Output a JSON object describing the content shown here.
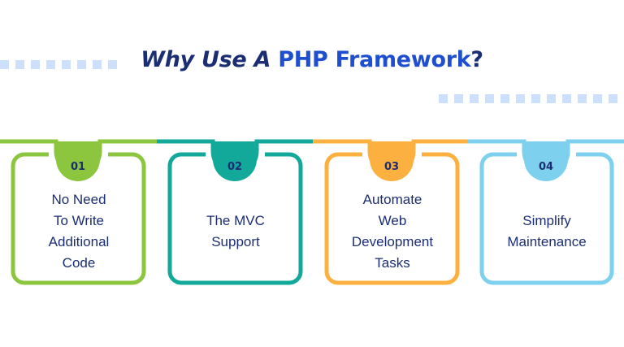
{
  "title": {
    "part1": "Why Use A ",
    "part2": "PHP Framework",
    "part3": "?"
  },
  "colors": {
    "title_dark": "#1b2e73",
    "title_accent": "#1f4fd1",
    "dots": "#cce0fb",
    "card1": "#8cc63f",
    "card2": "#12a89a",
    "card3": "#fbb040",
    "card4": "#7dd0ee"
  },
  "cards": [
    {
      "number": "01",
      "lines": [
        "No Need",
        "To Write",
        "Additional",
        "Code"
      ],
      "color": "#8cc63f"
    },
    {
      "number": "02",
      "lines": [
        "The MVC",
        "Support"
      ],
      "color": "#12a89a"
    },
    {
      "number": "03",
      "lines": [
        "Automate",
        "Web",
        "Development",
        "Tasks"
      ],
      "color": "#fbb040"
    },
    {
      "number": "04",
      "lines": [
        "Simplify",
        "Maintenance"
      ],
      "color": "#7dd0ee"
    }
  ]
}
